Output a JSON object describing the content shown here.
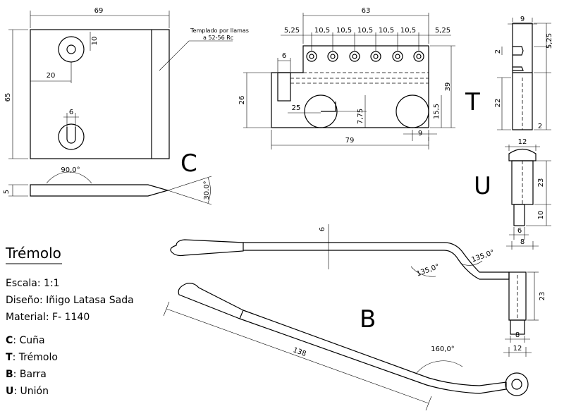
{
  "title": "Trémolo",
  "info": {
    "scale": "Escala: 1:1",
    "design": "Diseño: Iñigo Latasa Sada",
    "material": "Material: F- 1140"
  },
  "legend": [
    {
      "key": "C",
      "text": ": Cuña"
    },
    {
      "key": "T",
      "text": ": Trémolo"
    },
    {
      "key": "B",
      "text": ": Barra"
    },
    {
      "key": "U",
      "text": ": Unión"
    }
  ],
  "view_labels": {
    "c": "C",
    "t": "T",
    "u": "U",
    "b": "B"
  },
  "notes": {
    "tempering_1": "Templado por llamas",
    "tempering_2": "a 52-56 Rc"
  },
  "dims": {
    "c_width": "69",
    "c_height": "65",
    "c_hole_top": "10",
    "c_hole_x": "20",
    "c_slot": "6",
    "c_thick": "5",
    "c_angle_top": "90,0°",
    "c_angle_tip": "30,0°",
    "t_length": "63",
    "t_edge_left": "5,25",
    "t_pitch_1": "10,5",
    "t_pitch_2": "10,5",
    "t_pitch_3": "10,5",
    "t_pitch_4": "10,5",
    "t_pitch_5": "10,5",
    "t_edge_right": "5,25",
    "t_slot": "6",
    "t_height_left": "26",
    "t_offset": "25",
    "t_hole_y": "7,75",
    "t_radius": "15,5",
    "t_height": "39",
    "t_slot_bottom": "9",
    "t_total": "79",
    "ts_width": "9",
    "ts_top": "5,25",
    "ts_gap": "2",
    "ts_mid": "22",
    "ts_bottom": "2",
    "u_head": "12",
    "u_length": "23",
    "u_tip": "10",
    "u_tip_w": "6",
    "u_shank": "8",
    "b_thick": "6",
    "b_angle_1": "135,0°",
    "b_angle_2": "135,0°",
    "b_height": "23",
    "b_width_1": "8",
    "b_width_2": "12",
    "b_length": "138",
    "b_angle_3": "160,0°"
  }
}
